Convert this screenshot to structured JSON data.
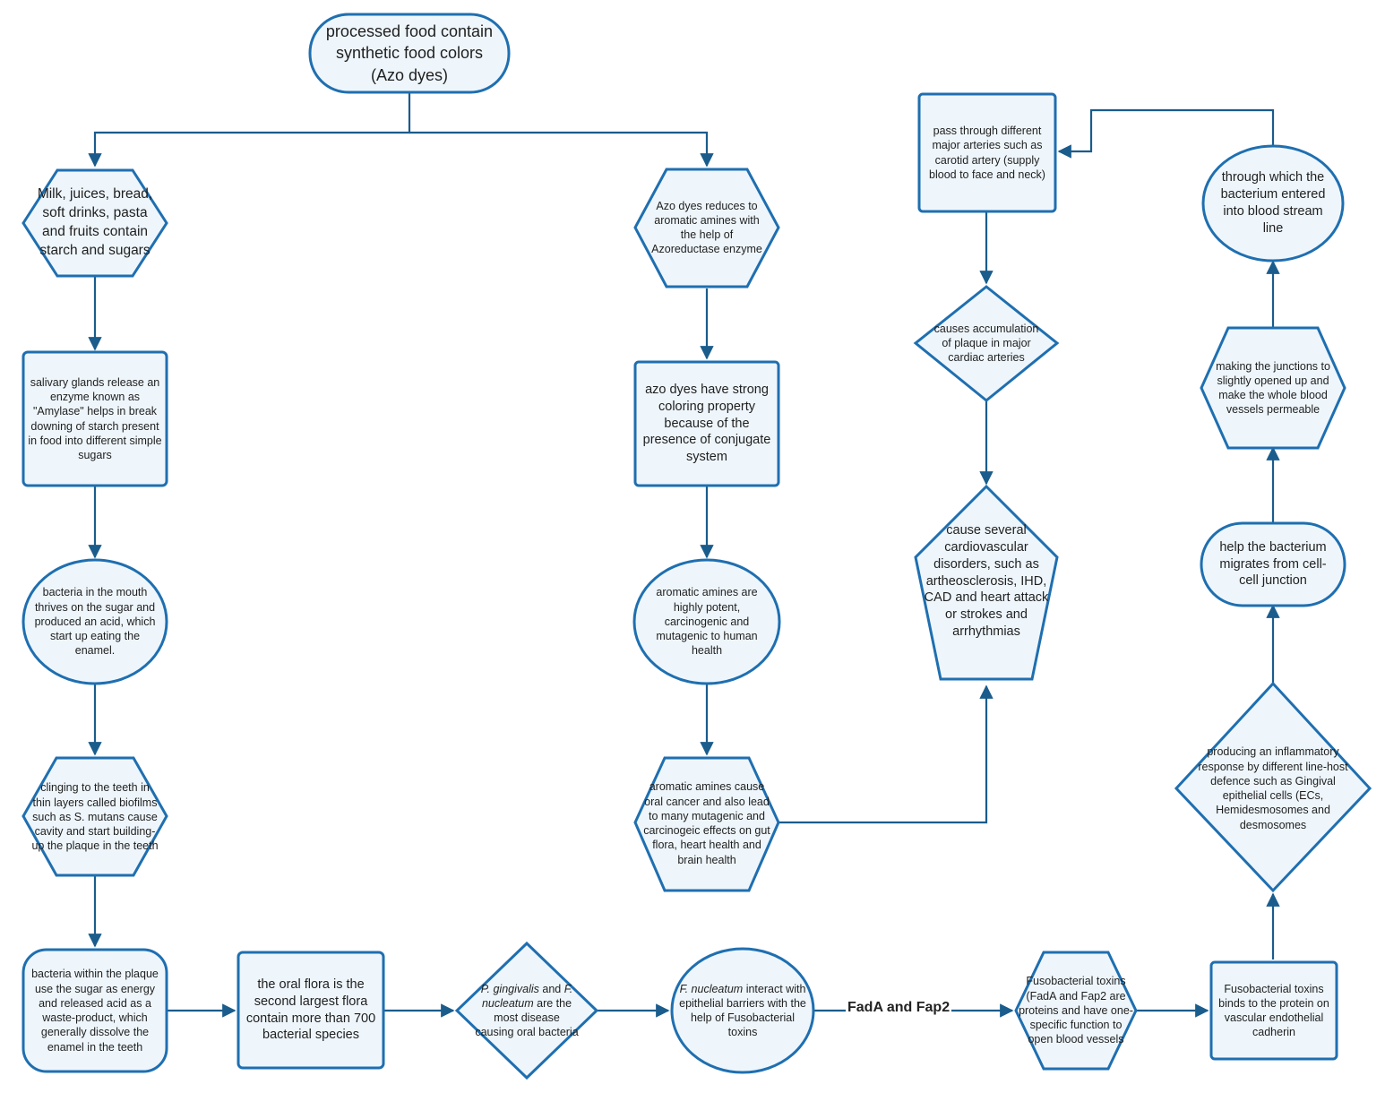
{
  "nodes": {
    "processed_food": "processed food contain synthetic food colors (Azo dyes)",
    "milk_juices": "Milk, juices, bread, soft drinks, pasta and fruits contain starch and sugars",
    "salivary_glands": "salivary glands release an enzyme known as \"Amylase\" helps in break downing of starch present in food into different simple sugars",
    "bacteria_mouth": "bacteria in the mouth thrives on the sugar and produced an acid, which start up eating the enamel.",
    "clinging_teeth": "clinging to the teeth in thin layers called biofilms such as S. mutans cause cavity and start building-up the plaque in the teeth",
    "bacteria_plaque": "bacteria within the plaque use the sugar as energy and released acid as a waste-product, which generally dissolve the enamel in the teeth",
    "oral_flora": "the oral flora is the second largest flora contain more than 700 bacterial species",
    "pg_fn_italic_1": "P. gingivalis",
    "pg_fn_and": " and ",
    "pg_fn_italic_2": "F. nucleatum",
    "pg_fn_rest": " are the most disease causing oral bacteria",
    "fn_italic": "F. nucleatum",
    "fn_rest": " interact with epithelial barriers with the help of Fusobacterial toxins",
    "fuso_toxins_proteins": "Fusobacterial toxins (FadA and Fap2 are proteins and have one-specific function to open blood vessels",
    "fuso_toxins_binds": "Fusobacterial toxins binds to the protein on vascular endothelial cadherin",
    "inflammatory": "producing an inflammatory response by different line-host defence such as Gingival epithelial cells (ECs, Hemidesmosomes and desmosomes",
    "help_migrates": "help the bacterium migrates from cell-cell junction",
    "junctions": "making the junctions to slightly opened up and make the whole blood vessels permeable",
    "through_which": "through which the bacterium entered into blood stream line",
    "pass_through": "pass through different major arteries such as carotid artery (supply blood to face and neck)",
    "accumulation": "causes accumulation of plaque in major cardiac arteries",
    "cardiovascular": "cause several cardiovascular disorders, such as artheosclerosis, IHD, CAD and heart attack or strokes and arrhythmias",
    "azo_reduces": "Azo dyes reduces to aromatic amines with the help of Azoreductase enzyme",
    "azo_coloring": "azo dyes have strong coloring property because of the presence of conjugate system",
    "aromatic_potent": "aromatic amines are highly potent, carcinogenic and mutagenic to human health",
    "aromatic_cancer": "aromatic amines cause oral cancer and also lead to many mutagenic and carcinogeic effects on gut flora, heart health and brain health"
  },
  "edge_labels": {
    "fada_fap2": "FadA and Fap2"
  },
  "colors": {
    "node_fill": "#eef6fc",
    "node_stroke": "#1f6fb0",
    "edge": "#1a5c8c"
  }
}
